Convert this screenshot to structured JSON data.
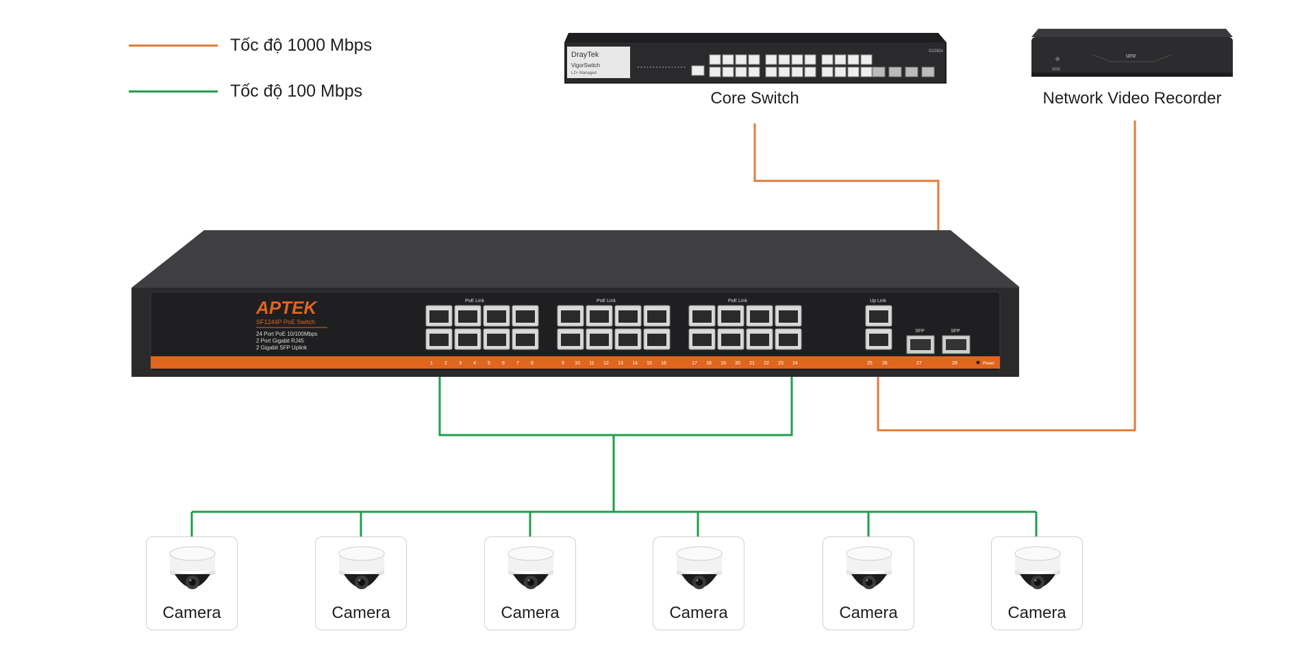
{
  "colors": {
    "gigabit": "#e07a3c",
    "fast": "#1e9e4b",
    "switch_body": "#2b2b2d",
    "switch_strip": "#e0651f",
    "brand": "#e0651f"
  },
  "legend": [
    {
      "label": "Tốc độ 1000 Mbps",
      "color": "#e07a3c"
    },
    {
      "label": "Tốc độ 100 Mbps",
      "color": "#1e9e4b"
    }
  ],
  "core_switch": {
    "label": "Core Switch",
    "brand": "DrayTek",
    "model": "VigorSwitch",
    "submodel": "L2+ Managed",
    "model_code": "G2282x"
  },
  "nvr": {
    "label": "Network Video Recorder",
    "brand": "unv"
  },
  "poe_switch": {
    "brand": "APTEK",
    "model": "SF1244P PoE Switch",
    "specs": [
      "24 Port PoE 10/100Mbps",
      "2 Port Gigabit RJ45",
      "2 Gigabit SFP Uplink"
    ],
    "group_labels": [
      "PoE Link",
      "PoE Link",
      "PoE Link"
    ],
    "uplink_label": "Up Link",
    "sfp_label": "SFP",
    "power_label": "Power",
    "port_numbers": [
      "1",
      "2",
      "3",
      "4",
      "5",
      "6",
      "7",
      "8",
      "9",
      "10",
      "11",
      "12",
      "13",
      "14",
      "15",
      "16",
      "17",
      "18",
      "19",
      "20",
      "21",
      "22",
      "23",
      "24"
    ],
    "uplink_numbers": [
      "25",
      "26"
    ],
    "sfp_numbers": [
      "27",
      "28"
    ]
  },
  "cameras": [
    {
      "label": "Camera"
    },
    {
      "label": "Camera"
    },
    {
      "label": "Camera"
    },
    {
      "label": "Camera"
    },
    {
      "label": "Camera"
    },
    {
      "label": "Camera"
    }
  ]
}
